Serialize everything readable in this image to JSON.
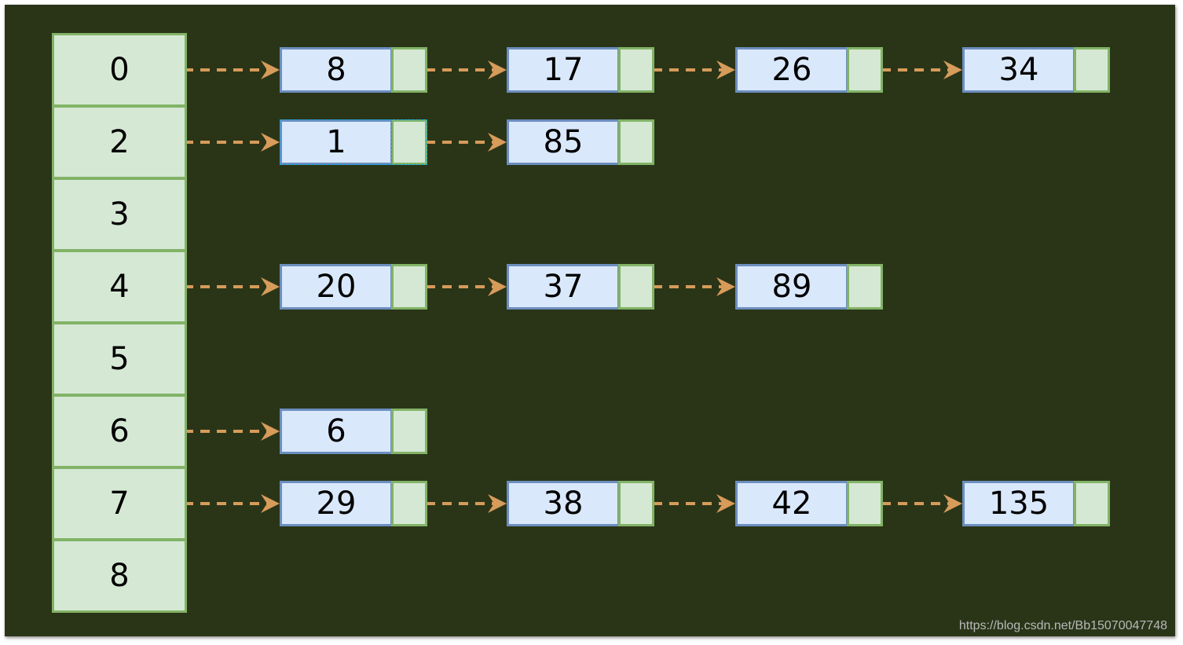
{
  "buckets": [
    "0",
    "2",
    "3",
    "4",
    "5",
    "6",
    "7",
    "8"
  ],
  "chains": [
    {
      "bucket": 0,
      "nodes": [
        "8",
        "17",
        "26",
        "34"
      ]
    },
    {
      "bucket": 1,
      "nodes": [
        "1",
        "85"
      ]
    },
    {
      "bucket": 3,
      "nodes": [
        "20",
        "37",
        "89"
      ]
    },
    {
      "bucket": 5,
      "nodes": [
        "6"
      ]
    },
    {
      "bucket": 6,
      "nodes": [
        "29",
        "38",
        "42",
        "135"
      ]
    }
  ],
  "colors": {
    "background": "#2a3518",
    "bucket_fill": "#d5e8d4",
    "bucket_border": "#82b366",
    "node_fill": "#dae8fc",
    "node_border": "#6c8ebf",
    "arrow": "#d79b5a"
  },
  "watermark": "https://blog.csdn.net/Bb15070047748"
}
